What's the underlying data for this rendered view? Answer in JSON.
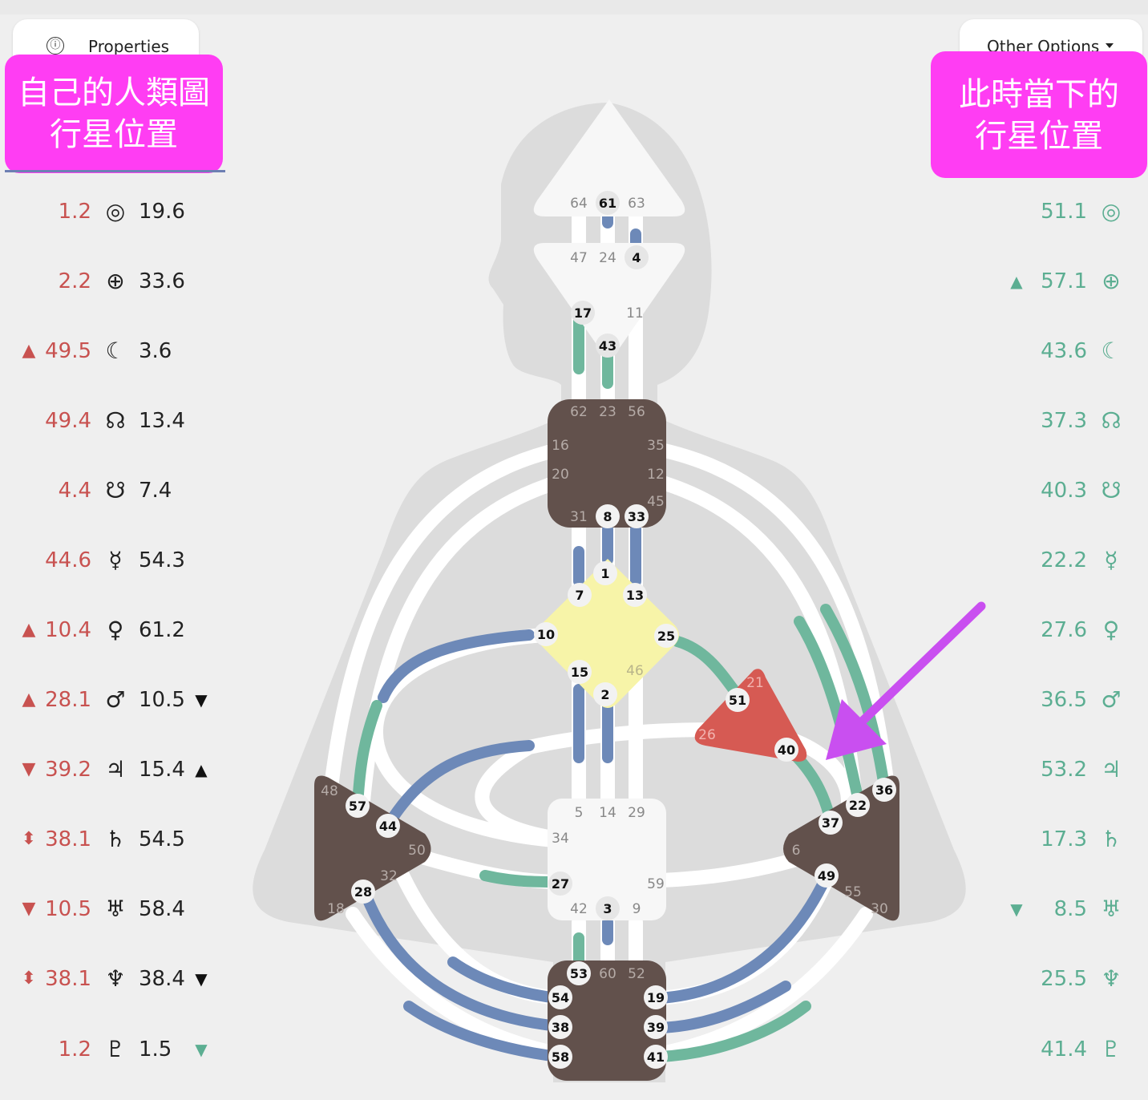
{
  "toolbar": {
    "properties_label": "Properties",
    "info_icon": "ⓘ",
    "other_options_label": "Other Options"
  },
  "annotations": {
    "left_line1": "自己的人類圖",
    "left_line2": "行星位置",
    "right_line1": "此時當下的",
    "right_line2": "行星位置"
  },
  "colors": {
    "design_red": "#c85250",
    "personality_green": "#5cae92",
    "highlight_magenta": "#ff3df3",
    "center_brown": "#62514c",
    "g_center_yellow": "#f7f4a8",
    "spleen_red": "#d65a53",
    "channel_blue": "#6d89b8",
    "channel_green": "#6fb79d"
  },
  "left_planets": [
    {
      "arrow": "",
      "value": "1.2",
      "symbol": "◎",
      "planet_icon": "sun-icon",
      "number": "19.6",
      "after": ""
    },
    {
      "arrow": "",
      "value": "2.2",
      "symbol": "⊕",
      "planet_icon": "earth-icon",
      "number": "33.6",
      "after": ""
    },
    {
      "arrow": "▲",
      "value": "49.5",
      "symbol": "☾",
      "planet_icon": "moon-icon",
      "number": "3.6",
      "after": ""
    },
    {
      "arrow": "",
      "value": "49.4",
      "symbol": "☊",
      "planet_icon": "north-node-icon",
      "number": "13.4",
      "after": ""
    },
    {
      "arrow": "",
      "value": "4.4",
      "symbol": "☋",
      "planet_icon": "south-node-icon",
      "number": "7.4",
      "after": ""
    },
    {
      "arrow": "",
      "value": "44.6",
      "symbol": "☿",
      "planet_icon": "mercury-icon",
      "number": "54.3",
      "after": ""
    },
    {
      "arrow": "▲",
      "value": "10.4",
      "symbol": "♀",
      "planet_icon": "venus-icon",
      "number": "61.2",
      "after": ""
    },
    {
      "arrow": "▲",
      "value": "28.1",
      "symbol": "♂",
      "planet_icon": "mars-icon",
      "number": "10.5",
      "after": "▼"
    },
    {
      "arrow": "▼",
      "value": "39.2",
      "symbol": "♃",
      "planet_icon": "jupiter-icon",
      "number": "15.4",
      "after": "▲"
    },
    {
      "arrow": "⬍",
      "value": "38.1",
      "symbol": "♄",
      "planet_icon": "saturn-icon",
      "number": "54.5",
      "after": ""
    },
    {
      "arrow": "▼",
      "value": "10.5",
      "symbol": "♅",
      "planet_icon": "uranus-icon",
      "number": "58.4",
      "after": ""
    },
    {
      "arrow": "⬍",
      "value": "38.1",
      "symbol": "♆",
      "planet_icon": "neptune-icon",
      "number": "38.4",
      "after": "▼"
    },
    {
      "arrow": "",
      "value": "1.2",
      "symbol": "♇",
      "planet_icon": "pluto-icon",
      "number": "1.5",
      "after": "▼"
    }
  ],
  "right_planets": [
    {
      "arrow": "",
      "value": "51.1",
      "symbol": "◎",
      "planet_icon": "sun-icon"
    },
    {
      "arrow": "▲",
      "value": "57.1",
      "symbol": "⊕",
      "planet_icon": "earth-icon"
    },
    {
      "arrow": "",
      "value": "43.6",
      "symbol": "☾",
      "planet_icon": "moon-icon"
    },
    {
      "arrow": "",
      "value": "37.3",
      "symbol": "☊",
      "planet_icon": "north-node-icon"
    },
    {
      "arrow": "",
      "value": "40.3",
      "symbol": "☋",
      "planet_icon": "south-node-icon"
    },
    {
      "arrow": "",
      "value": "22.2",
      "symbol": "☿",
      "planet_icon": "mercury-icon"
    },
    {
      "arrow": "",
      "value": "27.6",
      "symbol": "♀",
      "planet_icon": "venus-icon"
    },
    {
      "arrow": "",
      "value": "36.5",
      "symbol": "♂",
      "planet_icon": "mars-icon"
    },
    {
      "arrow": "",
      "value": "53.2",
      "symbol": "♃",
      "planet_icon": "jupiter-icon"
    },
    {
      "arrow": "",
      "value": "17.3",
      "symbol": "♄",
      "planet_icon": "saturn-icon"
    },
    {
      "arrow": "▼",
      "value": "8.5",
      "symbol": "♅",
      "planet_icon": "uranus-icon"
    },
    {
      "arrow": "",
      "value": "25.5",
      "symbol": "♆",
      "planet_icon": "neptune-icon"
    },
    {
      "arrow": "",
      "value": "41.4",
      "symbol": "♇",
      "planet_icon": "pluto-icon"
    }
  ],
  "gates": {
    "head": [
      "64",
      "61",
      "63"
    ],
    "ajna": [
      "47",
      "24",
      "4",
      "17",
      "11",
      "43"
    ],
    "throat": [
      "62",
      "23",
      "56",
      "16",
      "35",
      "20",
      "12",
      "45",
      "31",
      "8",
      "33"
    ],
    "g_center": [
      "1",
      "7",
      "13",
      "10",
      "25",
      "15",
      "46",
      "2"
    ],
    "heart": [
      "21",
      "51",
      "26",
      "40"
    ],
    "spleen": [
      "48",
      "57",
      "44",
      "50",
      "32",
      "28",
      "18"
    ],
    "solar_plexus": [
      "36",
      "22",
      "37",
      "6",
      "49",
      "55",
      "30"
    ],
    "sacral": [
      "5",
      "14",
      "29",
      "34",
      "27",
      "59",
      "42",
      "3",
      "9"
    ],
    "root": [
      "53",
      "60",
      "52",
      "54",
      "19",
      "38",
      "39",
      "58",
      "41"
    ]
  },
  "active_gates": [
    "61",
    "4",
    "17",
    "43",
    "8",
    "33",
    "1",
    "7",
    "13",
    "10",
    "25",
    "15",
    "2",
    "51",
    "40",
    "57",
    "44",
    "28",
    "36",
    "22",
    "37",
    "49",
    "27",
    "3",
    "53",
    "54",
    "19",
    "38",
    "39",
    "58",
    "41"
  ]
}
